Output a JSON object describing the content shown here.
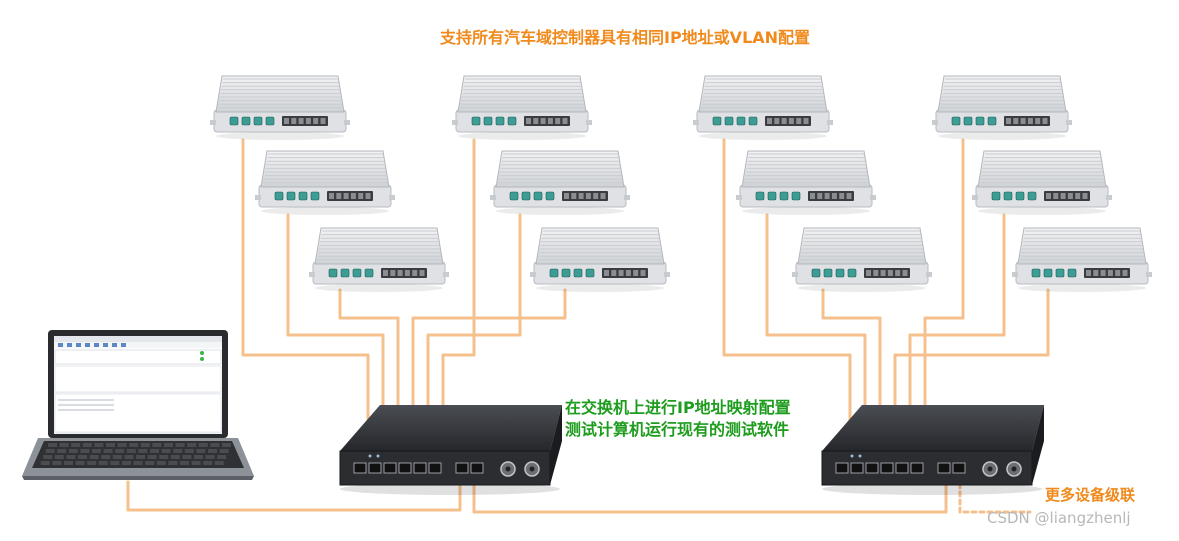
{
  "diagram": {
    "title": "支持所有汽车域控制器具有相同IP地址或VLAN配置",
    "switch_note_line1": "在交换机上进行IP地址映射配置",
    "switch_note_line2": "测试计算机运行现有的测试软件",
    "more_devices": "更多设备级联",
    "watermark": "CSDN @liangzhenlj",
    "colors": {
      "cable": "#f6c08c",
      "title": "#f08a1c",
      "note": "#1e9c1e",
      "switch_body": "#2b2d31",
      "ecu_body": "#e4e6e8",
      "ecu_fins": "#c9ccd0",
      "port_teal": "#3d9c93"
    },
    "nodes": {
      "laptop": "test-computer",
      "switch_left": "ethernet-switch-1",
      "switch_right": "ethernet-switch-2",
      "ecu_count_per_switch": 6
    }
  }
}
